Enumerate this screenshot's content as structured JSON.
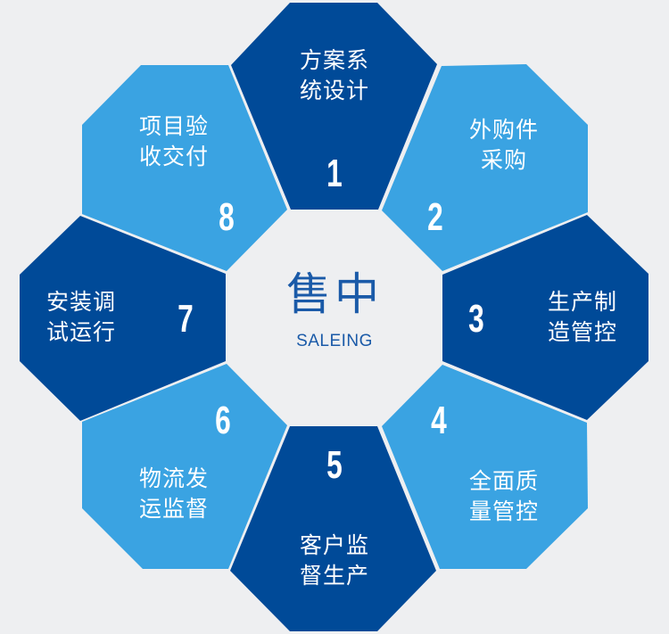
{
  "colors": {
    "background": "#eeeff1",
    "dark_blue": "#004a98",
    "light_blue": "#3aa3e2",
    "center_text": "#1a5aa8",
    "petal_text": "#ffffff"
  },
  "center": {
    "title": "售中",
    "subtitle": "SALEING"
  },
  "petals": [
    {
      "number": "1",
      "line1": "方案系",
      "line2": "统设计",
      "color": "dark_blue"
    },
    {
      "number": "2",
      "line1": "外购件",
      "line2": "采购",
      "color": "light_blue"
    },
    {
      "number": "3",
      "line1": "生产制",
      "line2": "造管控",
      "color": "dark_blue"
    },
    {
      "number": "4",
      "line1": "全面质",
      "line2": "量管控",
      "color": "light_blue"
    },
    {
      "number": "5",
      "line1": "客户监",
      "line2": "督生产",
      "color": "dark_blue"
    },
    {
      "number": "6",
      "line1": "物流发",
      "line2": "运监督",
      "color": "light_blue"
    },
    {
      "number": "7",
      "line1": "安装调",
      "line2": "试运行",
      "color": "dark_blue"
    },
    {
      "number": "8",
      "line1": "项目验",
      "line2": "收交付",
      "color": "light_blue"
    }
  ]
}
